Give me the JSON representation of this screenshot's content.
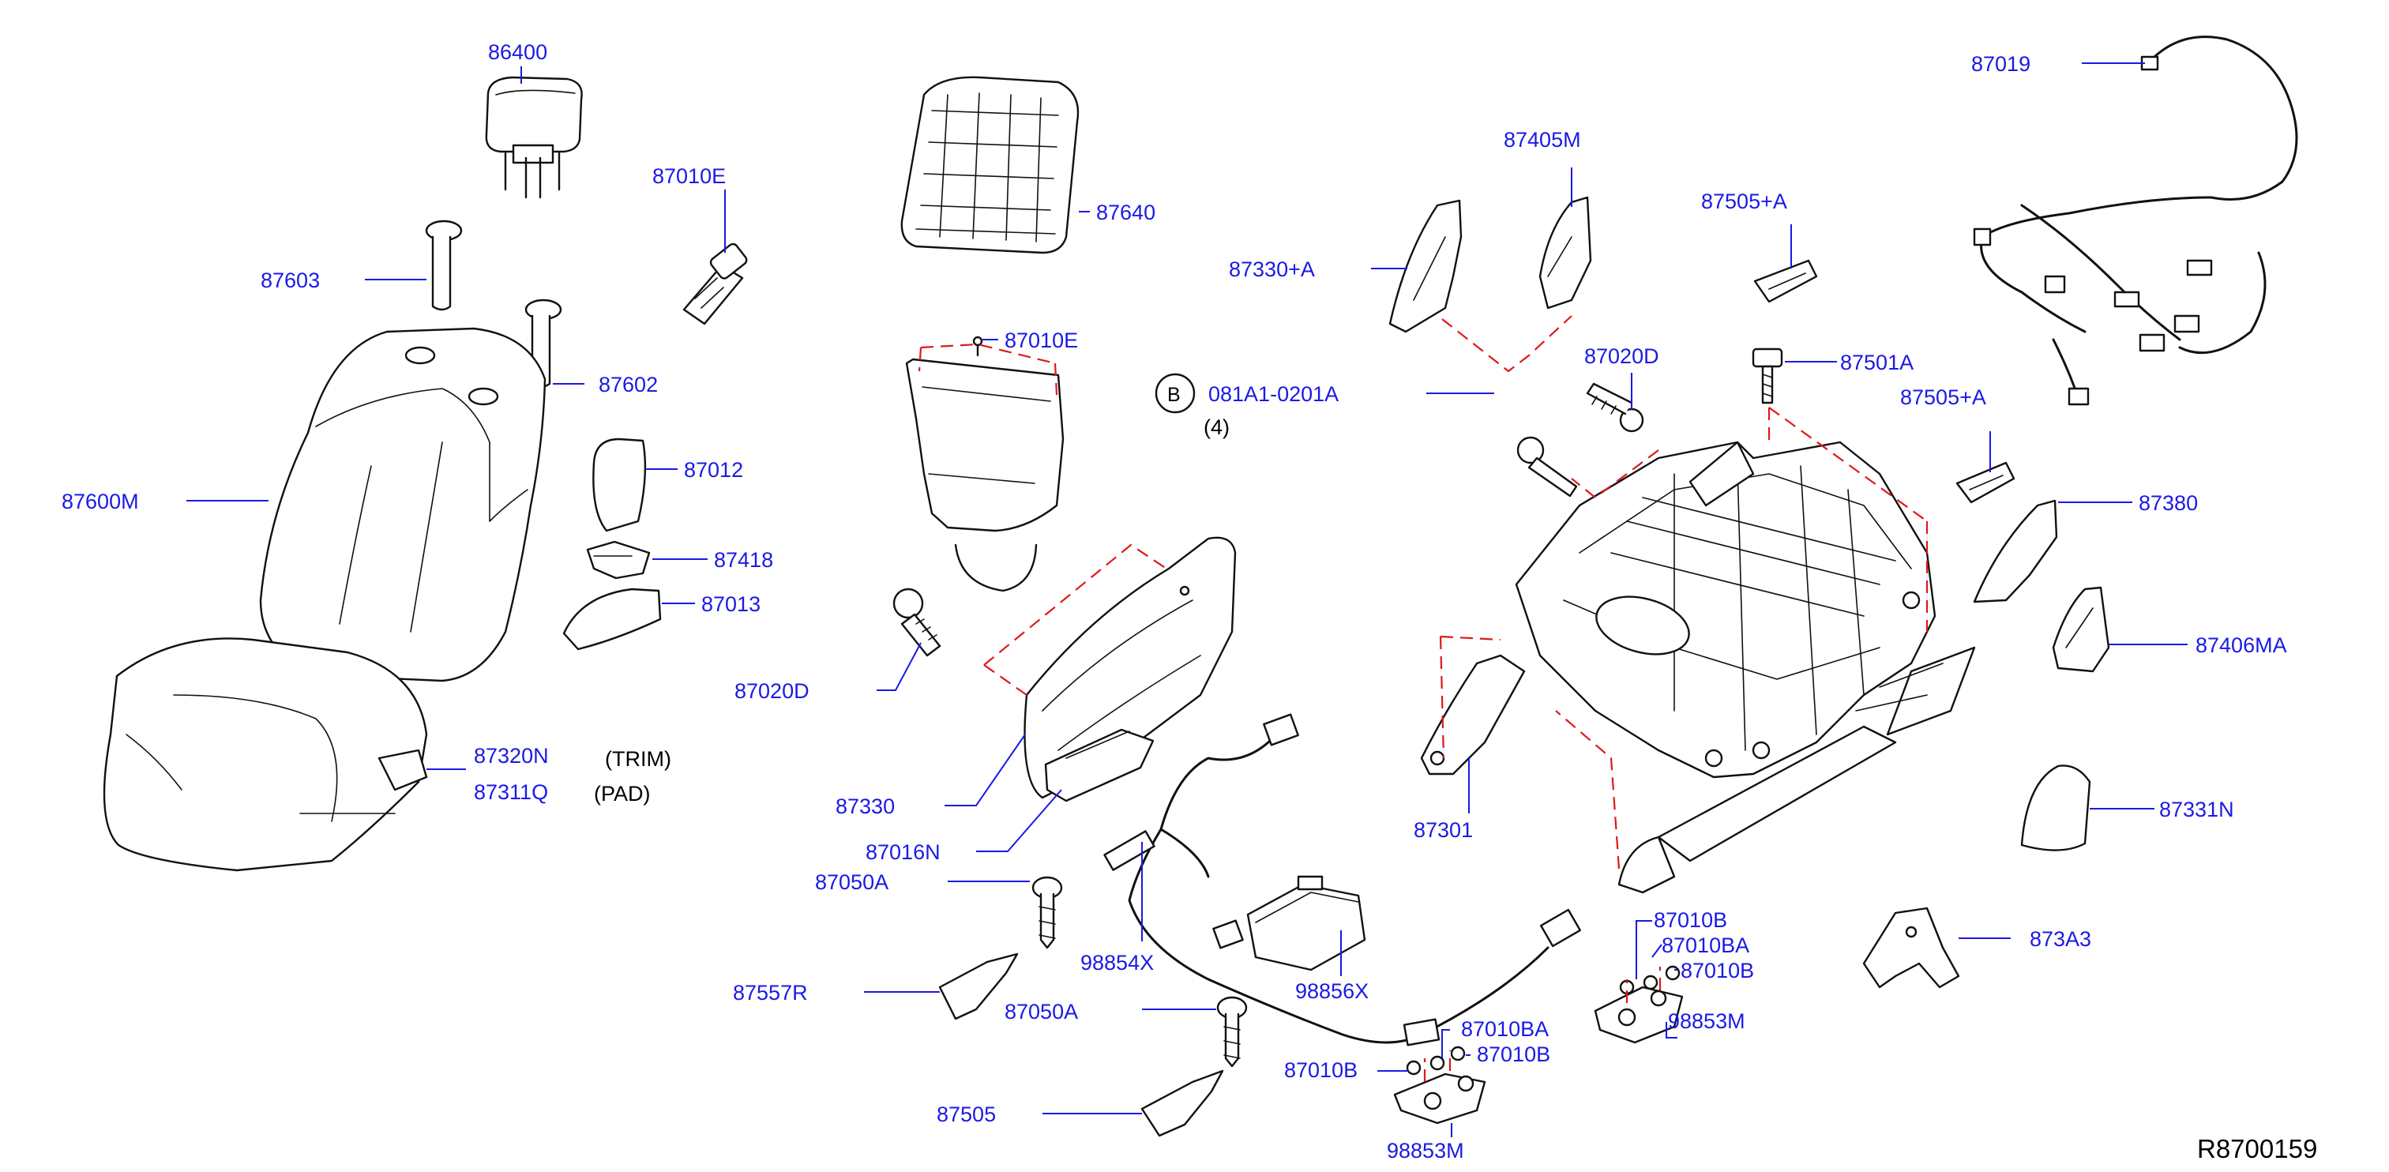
{
  "diagram": {
    "callouts": [
      {
        "id": "c-86400",
        "text": "86400"
      },
      {
        "id": "c-87010E-a",
        "text": "87010E"
      },
      {
        "id": "c-87603",
        "text": "87603"
      },
      {
        "id": "c-87602",
        "text": "87602"
      },
      {
        "id": "c-87600M",
        "text": "87600M"
      },
      {
        "id": "c-87012",
        "text": "87012"
      },
      {
        "id": "c-87418",
        "text": "87418"
      },
      {
        "id": "c-87013",
        "text": "87013"
      },
      {
        "id": "c-87320N",
        "text": "87320N"
      },
      {
        "id": "c-87311Q",
        "text": "87311Q"
      },
      {
        "id": "c-87640",
        "text": "87640"
      },
      {
        "id": "c-87010E-b",
        "text": "87010E"
      },
      {
        "id": "c-87020D-a",
        "text": "87020D"
      },
      {
        "id": "c-87330",
        "text": "87330"
      },
      {
        "id": "c-87016N",
        "text": "87016N"
      },
      {
        "id": "c-87050A-a",
        "text": "87050A"
      },
      {
        "id": "c-87557R",
        "text": "87557R"
      },
      {
        "id": "c-98854X",
        "text": "98854X"
      },
      {
        "id": "c-98856X",
        "text": "98856X"
      },
      {
        "id": "c-87050A-b",
        "text": "87050A"
      },
      {
        "id": "c-87505",
        "text": "87505"
      },
      {
        "id": "c-081A1",
        "text": "081A1-0201A"
      },
      {
        "id": "c-87330A",
        "text": "87330+A"
      },
      {
        "id": "c-87405M",
        "text": "87405M"
      },
      {
        "id": "c-87020D-b",
        "text": "87020D"
      },
      {
        "id": "c-87505A-a",
        "text": "87505+A"
      },
      {
        "id": "c-87501A",
        "text": "87501A"
      },
      {
        "id": "c-87505A-b",
        "text": "87505+A"
      },
      {
        "id": "c-87019",
        "text": "87019"
      },
      {
        "id": "c-87380",
        "text": "87380"
      },
      {
        "id": "c-87406MA",
        "text": "87406MA"
      },
      {
        "id": "c-87301",
        "text": "87301"
      },
      {
        "id": "c-87331N",
        "text": "87331N"
      },
      {
        "id": "c-873A3",
        "text": "873A3"
      },
      {
        "id": "c-87010B-a",
        "text": "87010B"
      },
      {
        "id": "c-87010BA-a",
        "text": "87010BA"
      },
      {
        "id": "c-87010B-b",
        "text": "87010B"
      },
      {
        "id": "c-98853M-a",
        "text": "98853M"
      },
      {
        "id": "c-87010BA-b",
        "text": "87010BA"
      },
      {
        "id": "c-87010B-c",
        "text": "87010B"
      },
      {
        "id": "c-87010B-d",
        "text": "87010B"
      },
      {
        "id": "c-98853M-b",
        "text": "98853M"
      }
    ],
    "notes": {
      "trim": "(TRIM)",
      "pad": "(PAD)",
      "qty": "(4)",
      "bolt_symbol": "B"
    },
    "reference_code": "R8700159"
  },
  "colors": {
    "callout": "#1a1ae6",
    "phantom_line": "#e01818",
    "linework": "#111111"
  }
}
